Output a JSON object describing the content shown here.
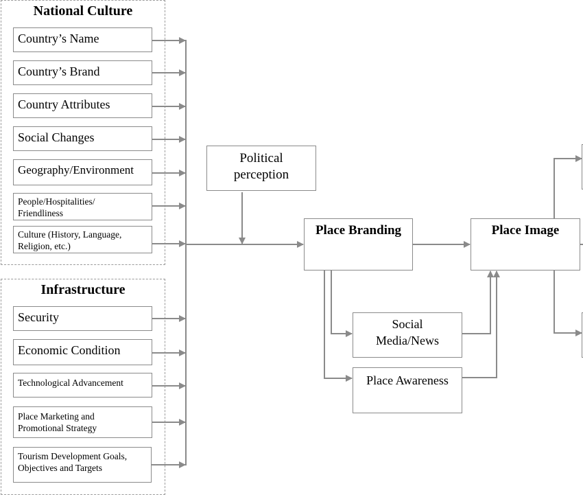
{
  "national_culture": {
    "title": "National Culture",
    "items": [
      "Country’s Name",
      "Country’s Brand",
      "Country Attributes",
      "Social Changes",
      "Geography/Environment",
      "People/Hospitalities/ Friendliness",
      "Culture (History, Language, Religion, etc.)"
    ]
  },
  "infrastructure": {
    "title": "Infrastructure",
    "items": [
      "Security",
      "Economic Condition",
      "Technological Advancement",
      "Place Marketing and Promotional Strategy",
      "Tourism Development Goals, Objectives and Targets"
    ]
  },
  "political_perception": "Political perception",
  "place_branding": "Place Branding",
  "place_image": "Place Image",
  "social_media_news": "Social Media/News",
  "place_awareness": "Place Awareness",
  "colors": {
    "line": "#8a8a8a",
    "border": "#8a8a8a",
    "dashed": "#9a9a9a"
  }
}
